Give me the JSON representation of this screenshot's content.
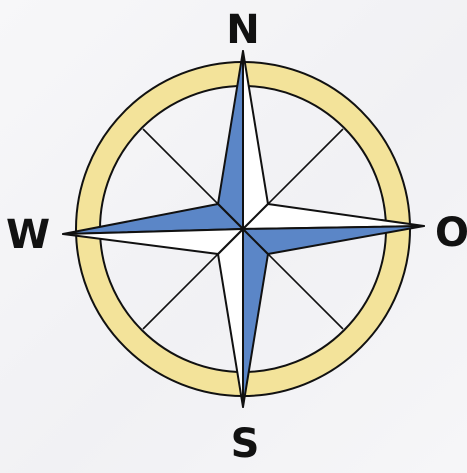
{
  "compass": {
    "labels": {
      "north": "N",
      "south": "S",
      "west": "W",
      "east": "O"
    },
    "colors": {
      "ring": "#f3e39a",
      "blue": "#5b86c7",
      "ink": "#111111",
      "white": "#ffffff"
    }
  }
}
